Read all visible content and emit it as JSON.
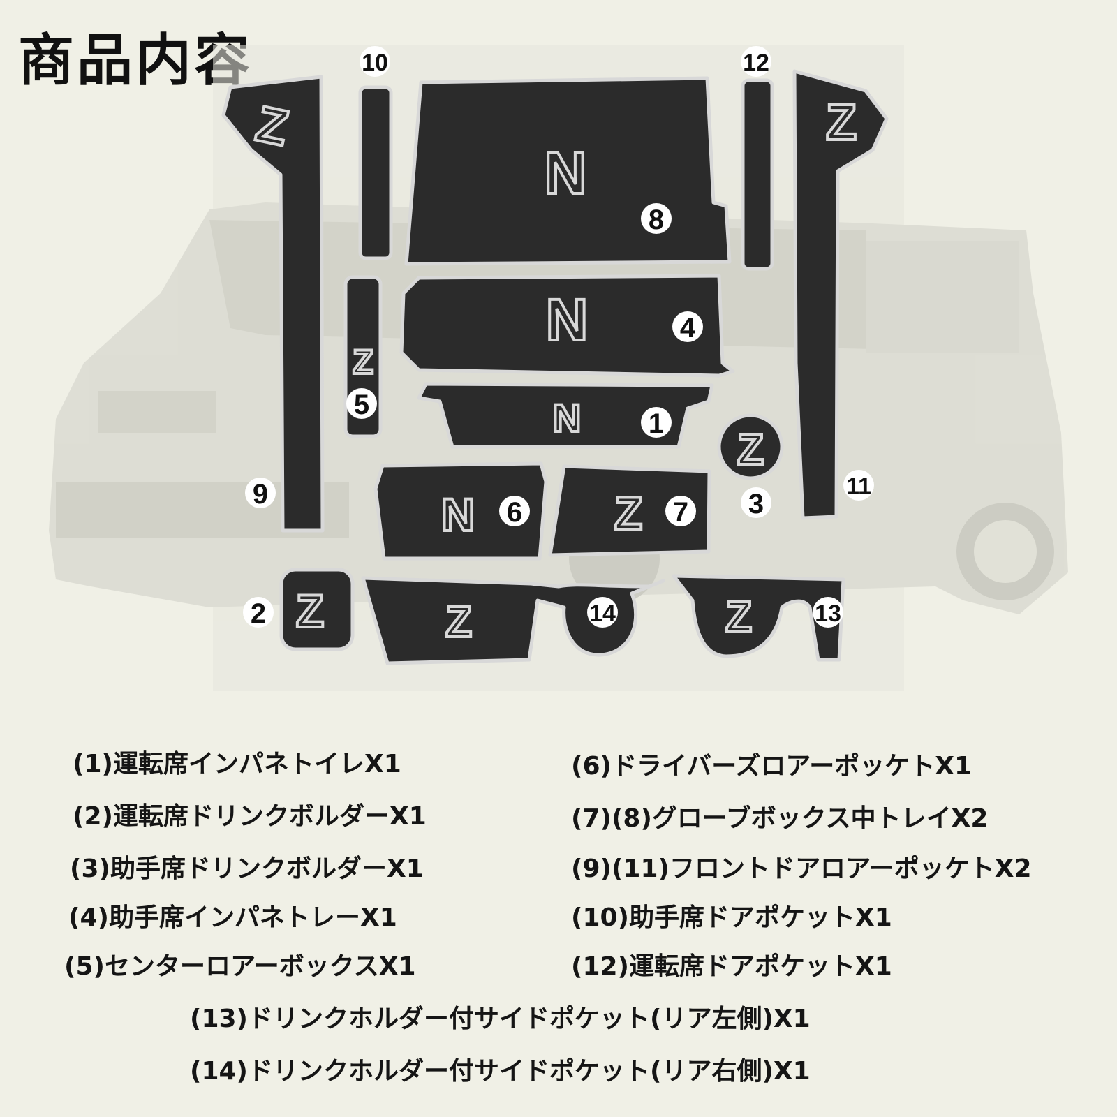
{
  "title": "商品内容",
  "part_numbers": {
    "n1": "1",
    "n2": "2",
    "n3": "3",
    "n4": "4",
    "n5": "5",
    "n6": "6",
    "n7": "7",
    "n8": "8",
    "n9": "9",
    "n10": "10",
    "n11": "11",
    "n12": "12",
    "n13": "13",
    "n14": "14"
  },
  "mat_logos": {
    "n_letter": "N",
    "z_letter": "Z"
  },
  "contents_left": [
    "(1)運転席インパネトイレX1",
    "(2)運転席ドリンクボルダーX1",
    "(3)助手席ドリンクボルダーX1",
    "(4)助手席インパネトレーX1",
    "(5)センターロアーボックスX1"
  ],
  "contents_right": [
    "(6)ドライバーズロアーポッケトX1",
    "(7)(8)グローブボックス中トレイX2",
    "(9)(11)フロントドアロアーポッケトX2",
    "(10)助手席ドアポケットX1",
    "(12)運転席ドアポケットX1"
  ],
  "contents_bottom": [
    "(13)ドリンクホルダー付サイドポケット(リア左側)X1",
    "(14)ドリンクホルダー付サイドポケット(リア右側)X1"
  ],
  "colors": {
    "background": "#f0f0e6",
    "mat_fill": "#2b2b2b",
    "mat_border": "#d8d8d8",
    "car_body": "#d9d9d2"
  }
}
